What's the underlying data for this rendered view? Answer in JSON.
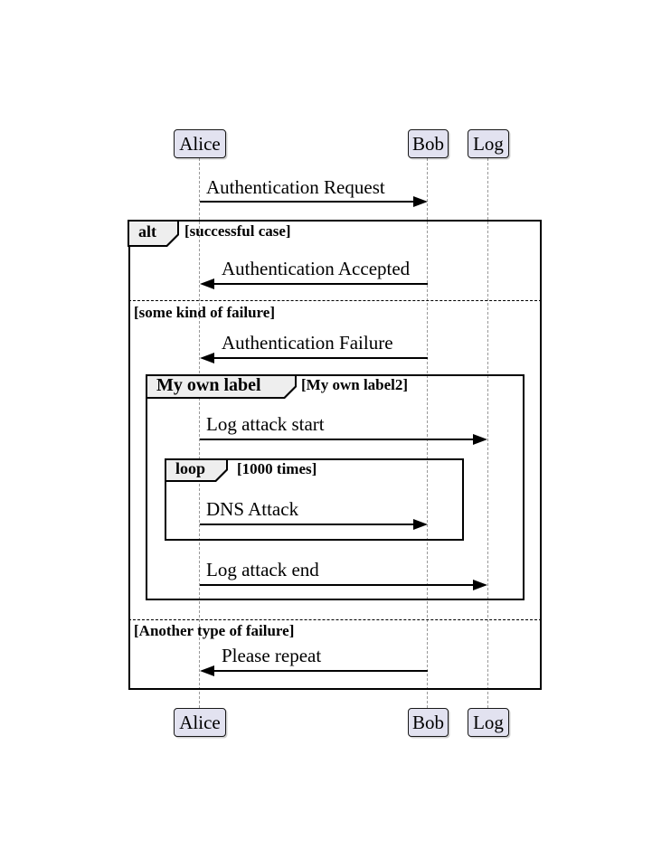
{
  "diagram": {
    "type": "uml-sequence-diagram",
    "participants": [
      {
        "name": "Alice"
      },
      {
        "name": "Bob"
      },
      {
        "name": "Log"
      }
    ],
    "messages": [
      {
        "label": "Authentication Request",
        "from": "Alice",
        "to": "Bob",
        "direction": "right"
      },
      {
        "label": "Authentication Accepted",
        "from": "Bob",
        "to": "Alice",
        "direction": "left"
      },
      {
        "label": "Authentication Failure",
        "from": "Bob",
        "to": "Alice",
        "direction": "left"
      },
      {
        "label": "Log attack start",
        "from": "Alice",
        "to": "Log",
        "direction": "right"
      },
      {
        "label": "DNS Attack",
        "from": "Alice",
        "to": "Bob",
        "direction": "right"
      },
      {
        "label": "Log attack end",
        "from": "Alice",
        "to": "Log",
        "direction": "right"
      },
      {
        "label": "Please repeat",
        "from": "Bob",
        "to": "Alice",
        "direction": "left"
      }
    ],
    "frames": [
      {
        "operator": "alt",
        "condition": "[successful case]"
      },
      {
        "operator": "My own label",
        "condition": "[My own label2]"
      },
      {
        "operator": "loop",
        "condition": "[1000 times]"
      }
    ],
    "dividers": [
      {
        "condition": "[some kind of failure]"
      },
      {
        "condition": "[Another type of failure]"
      }
    ],
    "colors": {
      "participant_fill": "#E2E2F0",
      "participant_border": "#181818",
      "frame_border": "#000000",
      "tab_fill": "#EEEEEE",
      "lifeline": "#999999",
      "background": "#FFFFFF",
      "text": "#000000"
    }
  }
}
